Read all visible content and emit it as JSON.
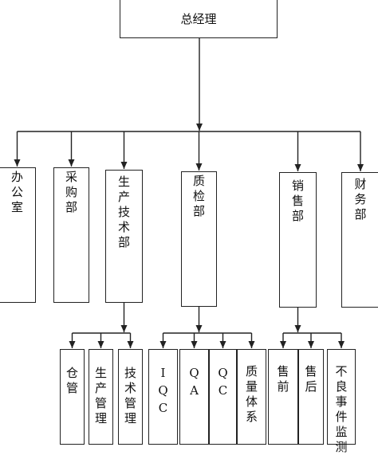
{
  "diagram": {
    "root": "总经理",
    "departments": [
      {
        "label": "办公室"
      },
      {
        "label": "采购部"
      },
      {
        "label": "生产技术部"
      },
      {
        "label": "质检部"
      },
      {
        "label": "销售部"
      },
      {
        "label": "财务部"
      }
    ],
    "subunits": [
      {
        "parent": 2,
        "label": "仓管"
      },
      {
        "parent": 2,
        "label": "生产管理"
      },
      {
        "parent": 2,
        "label": "技术管理"
      },
      {
        "parent": 3,
        "label": "IQC"
      },
      {
        "parent": 3,
        "label": "QA"
      },
      {
        "parent": 3,
        "label": "QC"
      },
      {
        "parent": 3,
        "label": "质量体系"
      },
      {
        "parent": 4,
        "label": "售前"
      },
      {
        "parent": 4,
        "label": "售后"
      },
      {
        "parent": 4,
        "label": "不良事件监测"
      }
    ]
  },
  "colors": {
    "line": "#222222",
    "box_border": "#222222",
    "text": "#111111"
  }
}
